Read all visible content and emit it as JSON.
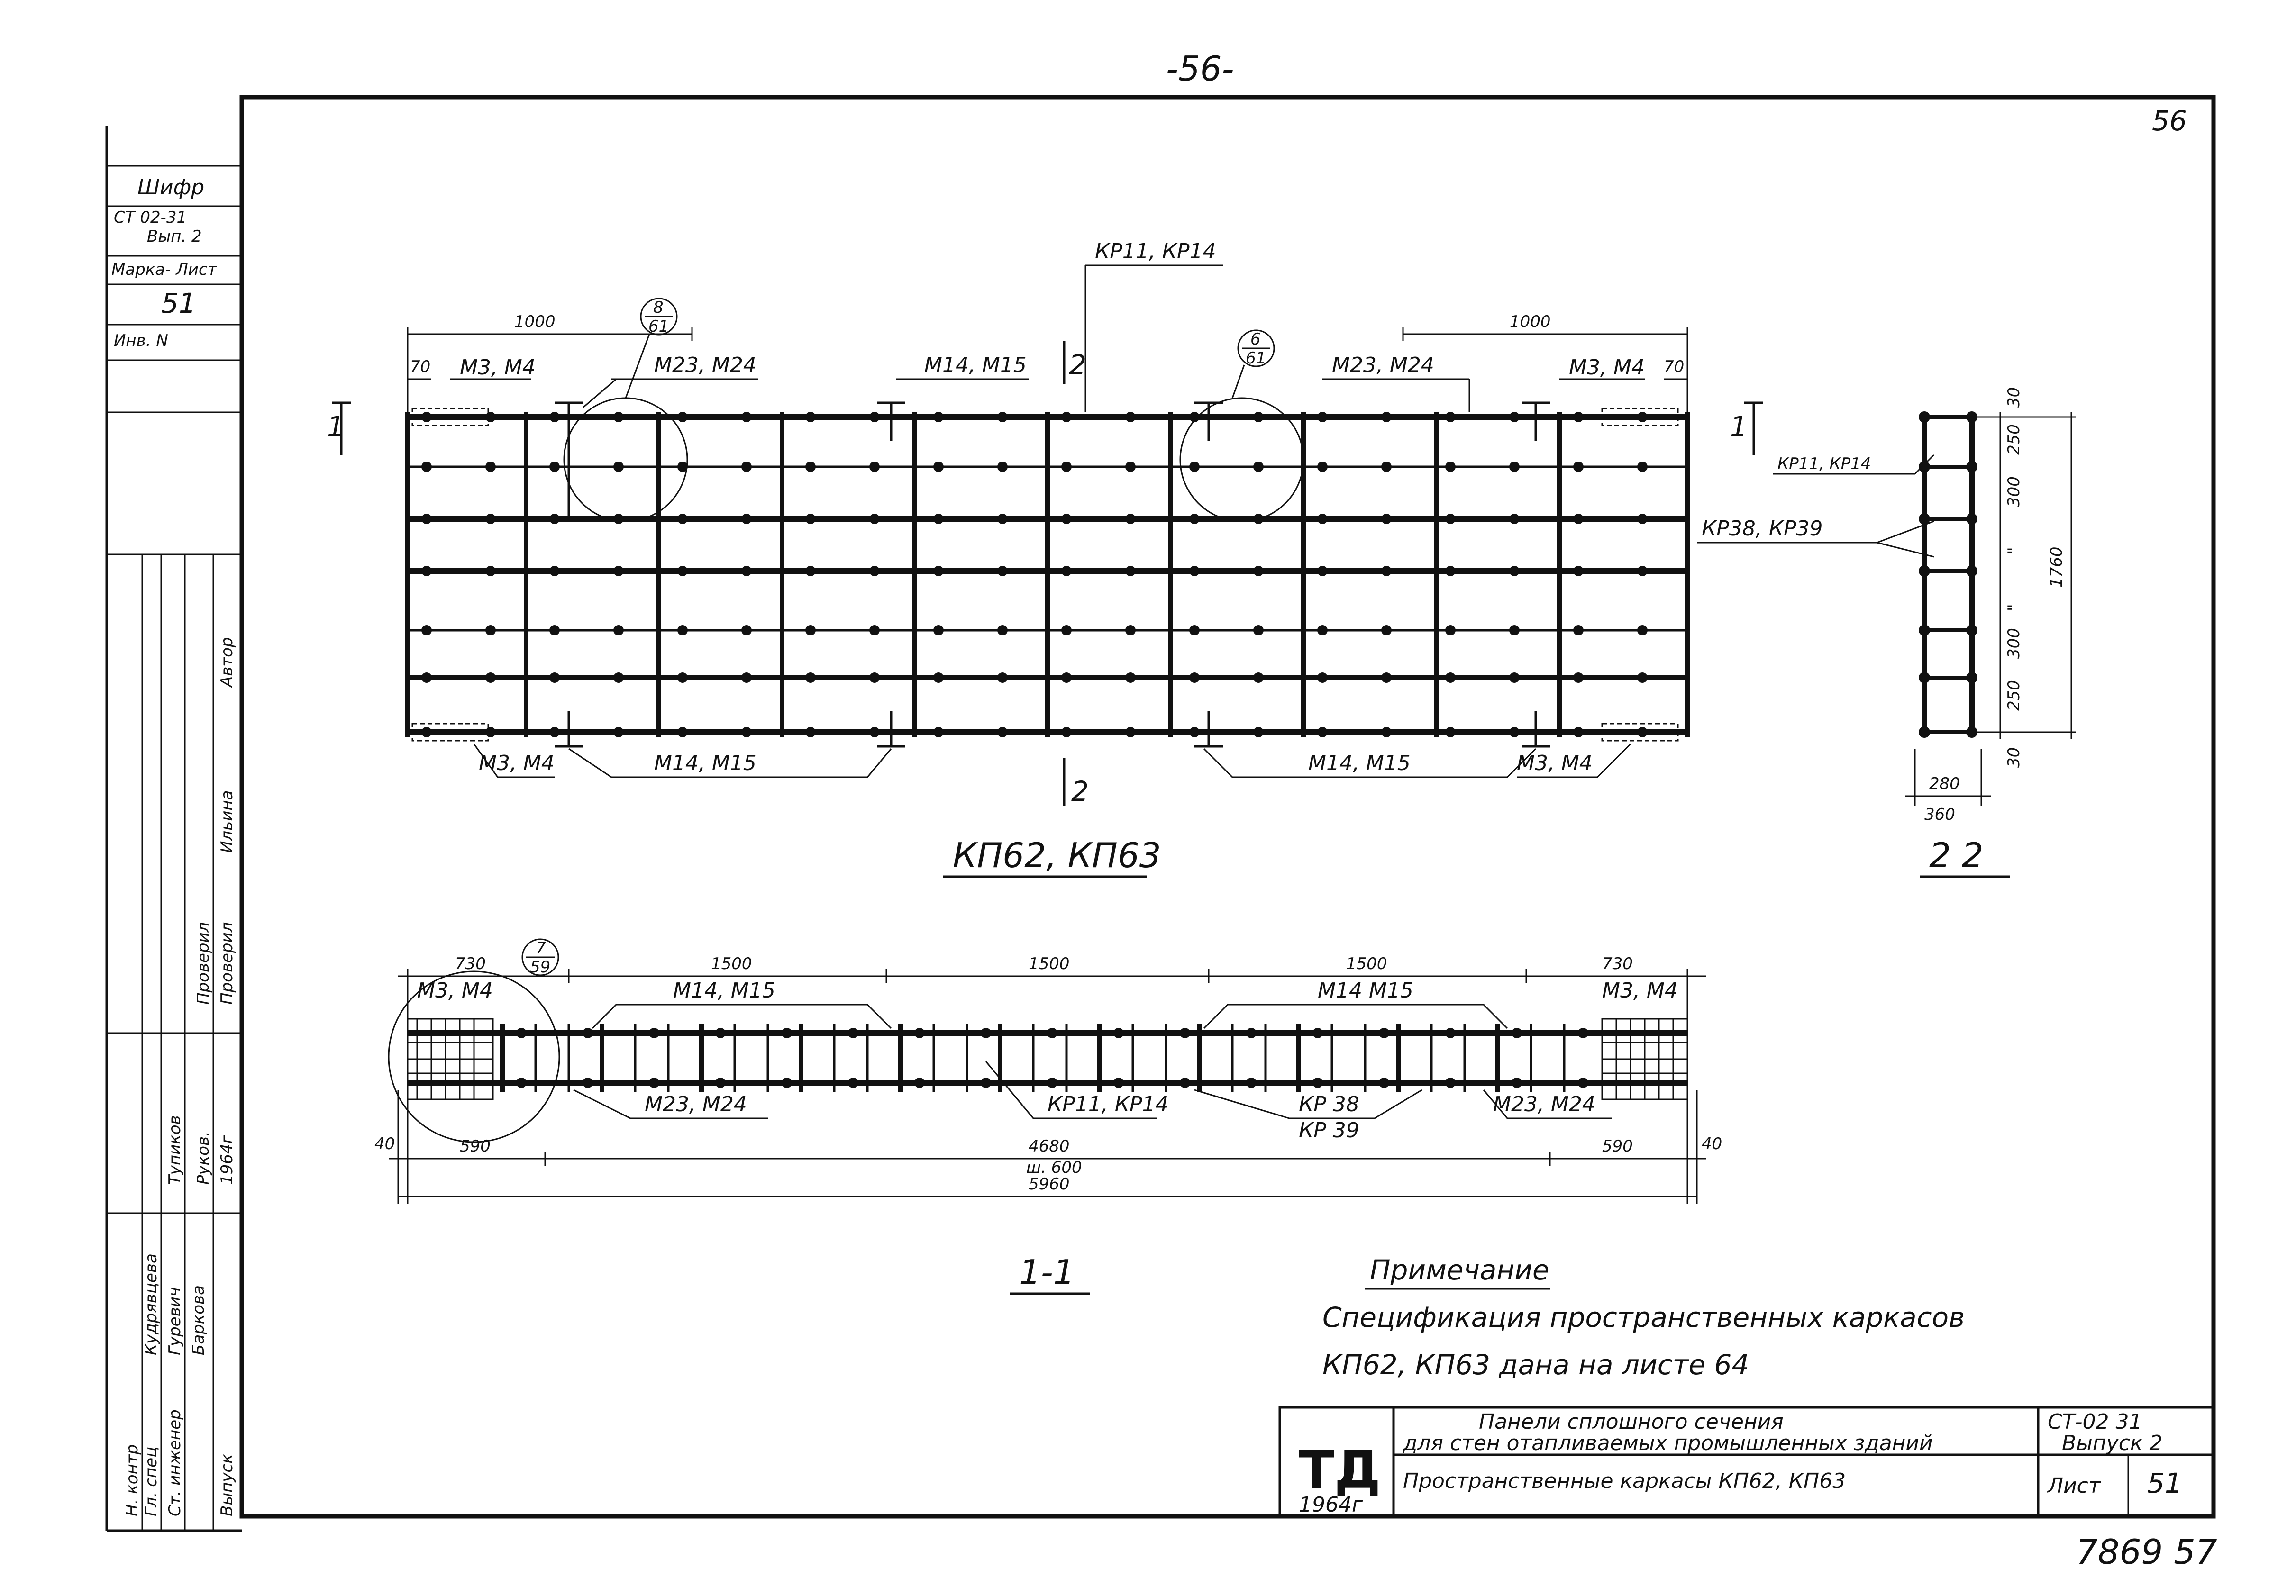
{
  "page_number_top": "-56-",
  "corner_number": "56",
  "bottom_right_number": "7869 57",
  "left_stamp": {
    "shifr_label": "Шифр",
    "series": "СТ 02-31",
    "issue": "Вып. 2",
    "mark_sheet_label": "Марка- Лист",
    "sheet_no": "51",
    "inv_label": "Инв. N",
    "roles": [
      "Автор",
      "Проверил",
      "Проверил",
      "Н. контр",
      "Гл. спец",
      "Выпуск",
      "Ст. инженер",
      "Руков."
    ],
    "names": [
      "Ильина",
      "Тупиков",
      "Баркова",
      "Кудрявцева",
      "Гуревич",
      "1964г"
    ]
  },
  "view_plan": {
    "title": "КП62, КП63",
    "section_mark_left": "1",
    "section_mark_right": "1",
    "section_mark_top": "2",
    "section_mark_bottom": "2",
    "labels": {
      "kr_top": "КР11, КР14",
      "dim_left": "1000",
      "dim_right": "1000",
      "dim_70_left": "70",
      "dim_70_right": "70",
      "m3m4_tl": "М3, М4",
      "m23m24_tl": "М23, М24",
      "m14m15_t": "М14, М15",
      "m23m24_tr": "М23, М24",
      "m3m4_tr": "М3, М4",
      "m3m4_bl": "М3, М4",
      "m14m15_bl": "М14, М15",
      "m14m15_br": "М14, М15",
      "m3m4_br": "М3, М4",
      "callout1_top": "8",
      "callout1_bot": "61",
      "callout2_top": "6",
      "callout2_bot": "61"
    }
  },
  "view_section_2": {
    "title": "2 2",
    "labels": {
      "kr11": "КР11, КР14",
      "kr38": "КР38, КР39",
      "dim_total": "1760",
      "dim_280": "280",
      "dim_360": "360",
      "dims_right": [
        "30",
        "250",
        "300",
        "\"",
        "\"",
        "300",
        "250",
        "30"
      ]
    }
  },
  "view_section_1": {
    "title": "1-1",
    "labels": {
      "d730_l": "730",
      "d1500_1": "1500",
      "d1500_2": "1500",
      "d1500_3": "1500",
      "d730_r": "730",
      "m3m4_l": "М3, М4",
      "m14m15_l": "М14, М15",
      "m14m15_r": "М14 М15",
      "m3m4_r": "М3, М4",
      "m23m24_l": "М23, М24",
      "kr11": "КР11, КР14",
      "kr38": "КР 38",
      "kr39": "КР 39",
      "m23m24_r": "М23, М24",
      "d40_l": "40",
      "d590_l": "590",
      "d4680": "4680",
      "d_sh": "ш. 600",
      "d590_r": "590",
      "d40_r": "40",
      "d5960": "5960",
      "callout_top": "7",
      "callout_bot": "59"
    }
  },
  "note": {
    "heading": "Примечание",
    "line1": "Спецификация пространственных каркасов",
    "line2": "КП62, КП63 дана на листе 64"
  },
  "title_block": {
    "logo": "ТД",
    "year": "1964г",
    "title_line1": "Панели сплошного сечения",
    "title_line2": "для стен отапливаемых промышленных зданий",
    "subtitle": "Пространственные каркасы КП62, КП63",
    "series": "СТ-02 31",
    "issue": "Выпуск 2",
    "sheet_label": "Лист",
    "sheet_no": "51"
  }
}
